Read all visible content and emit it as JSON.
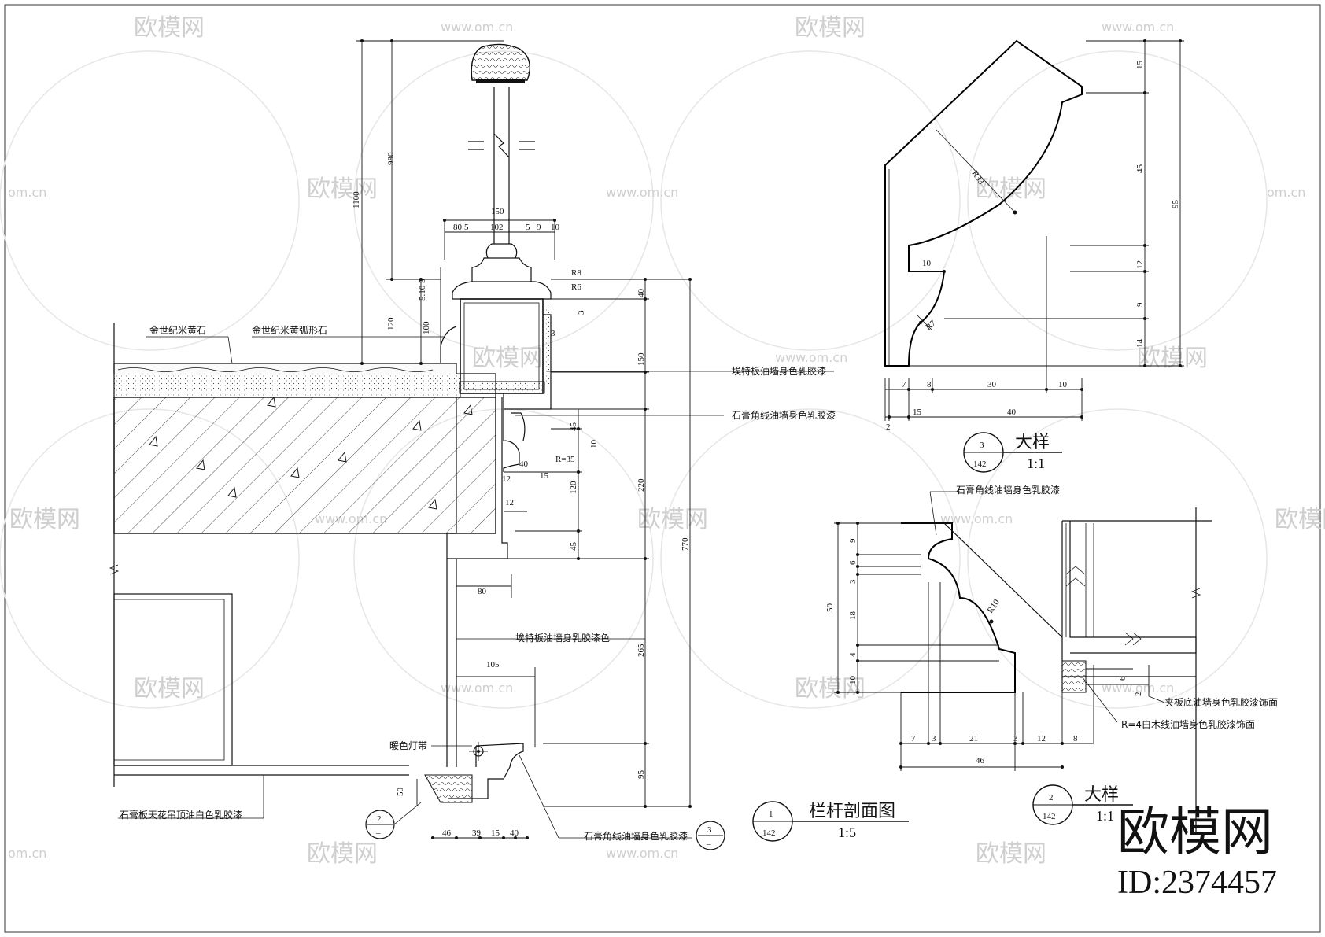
{
  "watermark": {
    "brand_text": "欧模网",
    "site_text": "www.om.cn",
    "site_short": "om.cn",
    "logo_big": "欧模网",
    "id_text": "ID:2374457"
  },
  "main_view": {
    "title": "栏杆剖面图",
    "scale": "1:5",
    "ref_num": "1",
    "ref_sheet": "142",
    "labels": {
      "stone1": "金世纪米黄石",
      "stone2": "金世纪米黄弧形石",
      "board_paint": "埃特板油墙身色乳胶漆",
      "gypsum_line": "石膏角线油墙身色乳胶漆",
      "board_paint2": "埃特板油墙身乳胶漆色",
      "light_strip": "暖色灯带",
      "ceiling": "石膏板天花吊顶油白色乳胶漆",
      "gypsum_line2": "石膏角线油墙身色乳胶漆"
    },
    "callout_left": {
      "num": "2",
      "sheet": "–"
    },
    "callout_right": {
      "num": "3",
      "sheet": "–"
    },
    "dims": {
      "d980": "980",
      "d1100": "1100",
      "d150": "150",
      "d102": "102",
      "d80": "80",
      "d5a": "5",
      "d5b": "5",
      "d9": "9",
      "d10": "10",
      "d5c": "5",
      "d510": "5.10",
      "d120": "120",
      "d100": "100",
      "dR8": "R8",
      "dR6": "R6",
      "d40": "40",
      "d3a": "3",
      "d3b": "3",
      "d150b": "150",
      "d45": "45",
      "d10b": "10",
      "dR35": "R=35",
      "d40b": "40",
      "d12": "12",
      "d15": "15",
      "d120b": "120",
      "d220": "220",
      "d12b": "12",
      "d45b": "45",
      "d770": "770",
      "d80b": "80",
      "d265": "265",
      "d105": "105",
      "d95": "95",
      "d50": "50",
      "d46": "46",
      "d39": "39",
      "d15b": "15",
      "d40c": "40"
    }
  },
  "detail3": {
    "title": "大样",
    "scale": "1:1",
    "ref_num": "3",
    "ref_sheet": "142",
    "dims": {
      "d15": "15",
      "d45": "45",
      "d95": "95",
      "d12": "12",
      "d9": "9",
      "d14": "14",
      "R33": "R33",
      "R7": "R7",
      "d10": "10",
      "d7": "7",
      "d8": "8",
      "d30": "30",
      "d10b": "10",
      "d15b": "15",
      "d40": "40",
      "d2": "2"
    }
  },
  "detail2": {
    "title": "大样",
    "scale": "1:1",
    "ref_num": "2",
    "ref_sheet": "142",
    "labels": {
      "top": "石膏角线油墙身色乳胶漆",
      "board": "夹板底油墙身色乳胶漆饰面",
      "wood_line": "R=4白木线油墙身色乳胶漆饰面"
    },
    "dims": {
      "d9": "9",
      "d6": "6",
      "d3": "3",
      "d18": "18",
      "d4": "4",
      "d10": "10",
      "d50": "50",
      "R10": "R10",
      "d6b": "6",
      "d2": "2",
      "d7": "7",
      "d3a": "3",
      "d21": "21",
      "d3b": "3",
      "d12": "12",
      "d8": "8",
      "d46": "46"
    }
  }
}
